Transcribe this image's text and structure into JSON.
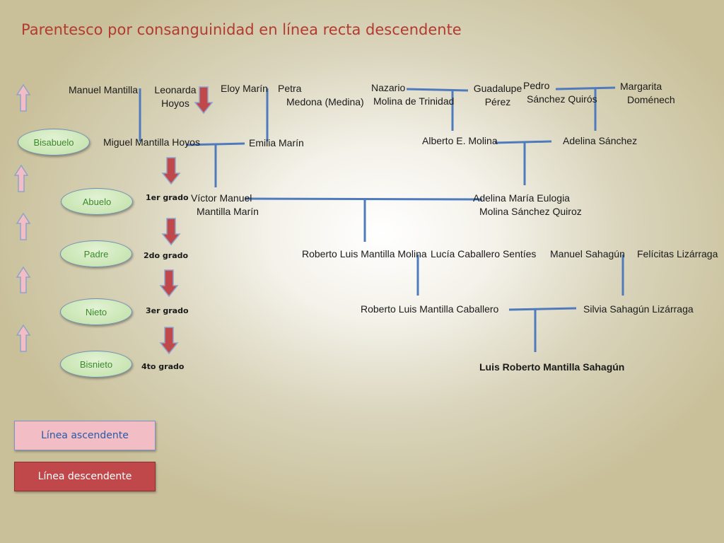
{
  "title": "Parentesco por consanguinidad en línea recta descendente",
  "colors": {
    "title": "#b33a2e",
    "connector": "#4f7bbd",
    "arrow_up": "#f2bdc4",
    "arrow_down": "#c0484a",
    "oval_fill": "#bfe0a6",
    "oval_text": "#3a8a2b"
  },
  "generations": [
    {
      "label": "Bisabuelo",
      "grado": ""
    },
    {
      "label": "Abuelo",
      "grado": "1er grado"
    },
    {
      "label": "Padre",
      "grado": "2do grado"
    },
    {
      "label": "Nieto",
      "grado": "3er grado"
    },
    {
      "label": "Bisnieto",
      "grado": "4to grado"
    }
  ],
  "people": {
    "manuel_mantilla": "Manuel Mantilla",
    "leonarda_hoyos": [
      "Leonarda",
      "Hoyos"
    ],
    "eloy_marin": "Eloy Marín",
    "petra_medona": [
      "Petra",
      "Medona (Medina)"
    ],
    "nazario_molina": [
      "Nazario",
      "Molina de Trinidad"
    ],
    "guadalupe_perez": [
      "Guadalupe",
      "Pérez"
    ],
    "pedro_sanchez": [
      "Pedro",
      "Sánchez Quirós"
    ],
    "margarita_domenech": [
      "Margarita",
      "Doménech"
    ],
    "miguel_mantilla": "Miguel Mantilla Hoyos",
    "emilia_marin": "Emilia Marín",
    "alberto_molina": "Alberto E. Molina",
    "adelina_sanchez": "Adelina Sánchez",
    "victor_manuel": [
      "Víctor Manuel",
      "Mantilla Marín"
    ],
    "adelina_maria": [
      "Adelina María Eulogia",
      "Molina Sánchez Quiroz"
    ],
    "roberto_luis_mm": "Roberto Luis Mantilla Molina",
    "lucia_caballero": "Lucía Caballero Sentíes",
    "manuel_sahagun": "Manuel Sahagún",
    "felicitas_lizarraga": "Felícitas Lizárraga",
    "roberto_luis_mc": "Roberto Luis Mantilla Caballero",
    "silvia_sahagun": "Silvia Sahagún Lizárraga",
    "luis_roberto": "Luis Roberto Mantilla Sahagún"
  },
  "legend": {
    "ascendente": "Línea ascendente",
    "descendente": "Línea descendente"
  }
}
